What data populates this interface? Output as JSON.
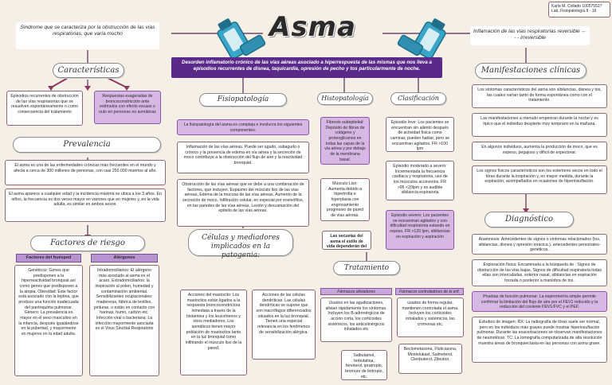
{
  "header": {
    "title": "Asma",
    "author": "Karla M. Collado 100575527",
    "course": "Lab. Fisiopatología II - 16"
  },
  "top_left_note": "Síndrome que se caracteriza por la obstrucción de las vías respiratorias, que varía mucho",
  "top_right_note": "Inflamación de las vías respiratorias reversible ← - - irreversible",
  "definition": "Desorden inflamatorio crónico de las vías aéreas asociado a hiperrespuesta de las mismas que nos lleva a episodios recurrentes de disnea, taquicardia, opresión de pecho y tos particularmente de noche.",
  "caracteristicas": {
    "title": "Características",
    "left": "Episodios recurrentes de obstrucción de las vías respiratorias que se resuelven espontáneamente o como consecuencia del tratamiento",
    "right": "Respuestas exageradas de broncoconstricción ante estímulos con efecto escaso o nulo en personas no asmáticas"
  },
  "prevalencia": {
    "title": "Prevalencia",
    "p1": "El asma es una de las enfermedades crónicas más frecuentes en el mundo y afecta a cerca de 300 millones de personas, con casi 250.000 muertos al año.",
    "p2": "El asma aparece a cualquier edad y la incidencia máxima se ubica a los 3 años. En niños, la frecuencia es dos veces mayor en varones que en mujeres y, en la vida adulta, es similar en ambos sexos."
  },
  "factores": {
    "title": "Factores de riesgo",
    "huesped_label": "Factores del huésped",
    "alergenos_label": "Alérgenos",
    "huesped": "Genéticos: Genes que predisponen a la hiperreactividad bronquial así como genes que predisponen a la atopia. Obesidad: Este factor está asociado con la leptina, que produce una función inadecuada del parénquima pulmonar. Género: La prevalencia es mayor en el sexo masculino en la infancia, después igualándose en la pubertad, y mayormente en mujeres en la edad adulta.",
    "alergenos": "Intradomiciliarios: El alérgeno más asociado al asma es el ácaro. Extradomiciliarios: la inspiración al polen, humedad y contaminación ambiental. Sensibilizantes ocupacionales: madereras, fábrica de textiles, pinturas, o están en contacto con harinas, humo, carbón etc. Infección viral o bacteriana: La infección mayormente asociada es el Virus Sincitial Respiratorio"
  },
  "fisiopatologia": {
    "title": "Fisiopatología",
    "intro": "La fisiopatología del asma es compleja e involucra los siguientes componentes:",
    "p1": "Inflamación de las vías aéreas. Puede ser agudo, subagudo o crónico y la presencia de edema en vía aérea y la secreción de moco contribuye a la obstrucción del flujo de aire y la reactividad bronquial.",
    "p2": "Obstrucción de las vías aéreas que se debe a una combinación de factores, que incluyen. Espasmo del músculo liso de las vías aéreas, Edema de la mucosa de las vías aéreas, Aumento de la secreción de moco, Infiltración celular, en especial por eosinófilos, en las paredes de las vías aéreas, Lesión y descamación del epitelio de las vías aéreas."
  },
  "celulas": {
    "title": "Células y mediadores implicados en la patogenia:",
    "mastocito": "Acciones del mastocito: Los mastocitos están ligados a la respuesta broncoconstrictora inmediata a través de la histamina y los leucotrienos y otros mediadores. Los asmáticos tienen mayor población de mastocitos tanto en la luz bronquial como infiltrando el músculo liso de la pared.",
    "dendritica": "Acciones de las células dendríticas: Las células dendríticas se supone que son macrófagos diferenciados situados en la luz bronquial. Tienen una especial relevancia en los fenómenos de sensibilización alérgica."
  },
  "histopatologia": {
    "title": "Histopatología",
    "fibrosis": "Fibrosis subepitelial: Depósito de fibras de colágeno y proteoglicanos en todas las capas de la vía aérea y por debajo de la membrana basal.",
    "musculo": "Músculo Liso: Aumenta debido a hipertrofia e hiperplasia con engrosamiento progresivo de pared de vías aéreas.",
    "secuelas": "Las secuelas del asma el estilo de vida dependerán del px"
  },
  "clasificacion": {
    "title": "Clasificación",
    "leve": "Episodio leve: Los pacientes se encuentran sin aliento después de actividad física como caminar, pueden hablar, pero se encuentran agitados. FR >100 lpm",
    "moderado": "Episodio moderado a severo: Incrementada la frecuencia cardiaca y respiratoria, uso de los músculos accesorios. FR >95 <20lpm y es audible sibilancia espiratoria",
    "severo": "Episodio severo: Los pacientes se encuentran agitados y con dificultad respiratoria estando en reposo. FR >120 lpm, sibilancias en espiración y aspiración"
  },
  "tratamiento": {
    "title": "Tratamiento",
    "aliviadores_label": "Fármacos aliviadores",
    "controladores_label": "Fármacos controladores de la enf.",
    "aliviadores": "Usados en las agudizaciones, alivian rápidamente los síntomas. Incluyen los B-adrenérgicos de acción corta, los corticoides sistémicos, los anticolinérgicos inhalados etc",
    "aliviadores_drugs": "Salbutamol, terbutalina, fenoterol, ipratropio, bromuro de tiotropio, etc.",
    "controladores": "usados de forma regular, mantienen controlada el asma. Incluyen los corticoides inhalados y sistémicos, las cromonas etc.",
    "controladores_drugs": "Beclometasona, Fluticasona, Montelukast, Salmeterol, Clenbuterol, Zileuton."
  },
  "manifestaciones": {
    "title": "Manifestaciones clínicas",
    "p1": "Los síntomas característicos del asma son sibilancias, disnea y tos, las cuales varían tanto de forma espontánea como con el tratamiento.",
    "p2": "Las manifestaciones a menudo empeoran durante la noche y es típico que el individuo despierte muy temprano en la mañana.",
    "p3": "En algunos individuos, aumenta la producción de moco, que es espeso, pegajoso y difícil de expectorar.",
    "p4": "Los signos físicos característicos son los estertores secos en todo el tórax durante la inspiración y, en mayor medida, durante la espiración, acompañados en ocasiones de hiperinsuflación."
  },
  "diagnostico": {
    "title": "Diagnóstico",
    "anamnesis": "Anamnesis: Antecedentes de signos o síntomas relacionados (tos, sibilancias, disnea y opresión torácica.), antecedentes personales-genéticos.",
    "exploracion": "Exploración física: Encaminada a la búsqueda de : Signos de obstrucción de las vías bajas. Signos de dificultad respiratoria todas ellas son intercaladas, estertor nasal, sibilancias en espiración forzada o posterior a maniobra de tos.",
    "funcion": "Pruebas de función pulmonar: La espirometría simple permite confirmar la limitación del flujo de aire por el FEV1 reducido y la reducción del cociente FEV1/FVC y el PEF.",
    "imagen": "Estudios de imagen: RX: La radiografía de tórax suele ser normal, pero en los individuos más graves puede mostrar hiperinsuflación pulmonar. Durante las exacerbaciones se observan manifestaciones de neumotórax. TC: La tomografía computarizada de alta resolución muestra áreas de bronquiectasia en las personas con asma grave."
  }
}
